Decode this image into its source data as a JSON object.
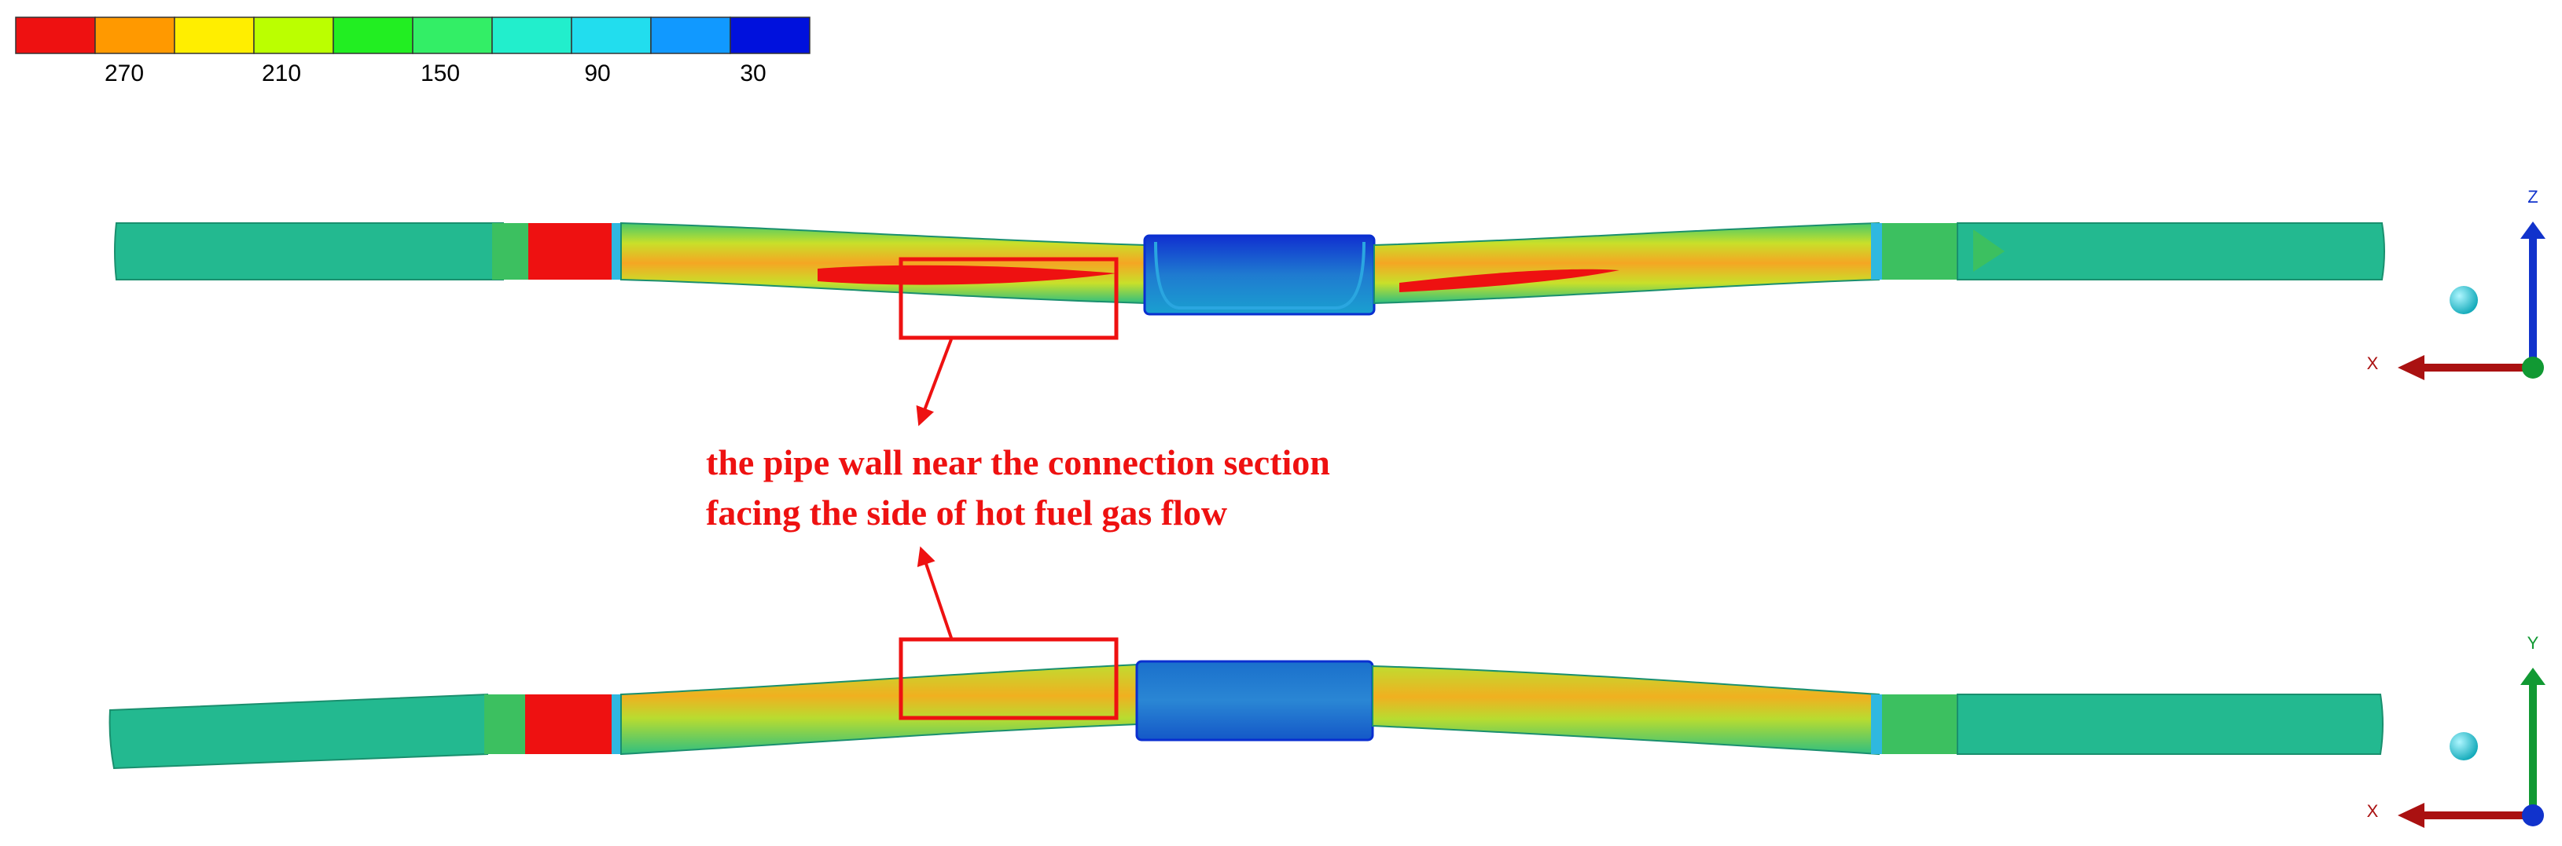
{
  "legend": {
    "swatches": [
      "#ee1111",
      "#ff9900",
      "#ffee00",
      "#bbff00",
      "#22ee22",
      "#33ee66",
      "#22eecc",
      "#22ddee",
      "#1199ff",
      "#0011dd"
    ],
    "ticks": [
      "270",
      "210",
      "150",
      "90",
      "30"
    ]
  },
  "annotation": {
    "line1": "the pipe wall near the connection section",
    "line2": "facing the side of hot fuel gas flow",
    "color": "#ee1111"
  },
  "views": [
    {
      "name": "xz-view",
      "axes": {
        "horizontal": "X",
        "vertical": "Z"
      },
      "vertical_axis_color": "#1133cc"
    },
    {
      "name": "xy-view",
      "axes": {
        "horizontal": "X",
        "vertical": "Y"
      },
      "vertical_axis_color": "#119933"
    }
  ],
  "colors": {
    "pipe_base": "#23b990",
    "hot": "#ee1111",
    "warm": "#f5a623",
    "mid": "#a8dc2a",
    "cool": "#3fd35a",
    "connector": "#1e64c8",
    "connector_edge": "#0a2fd0",
    "axis_x": "#aa1111",
    "sphere": "#18c6d0"
  }
}
